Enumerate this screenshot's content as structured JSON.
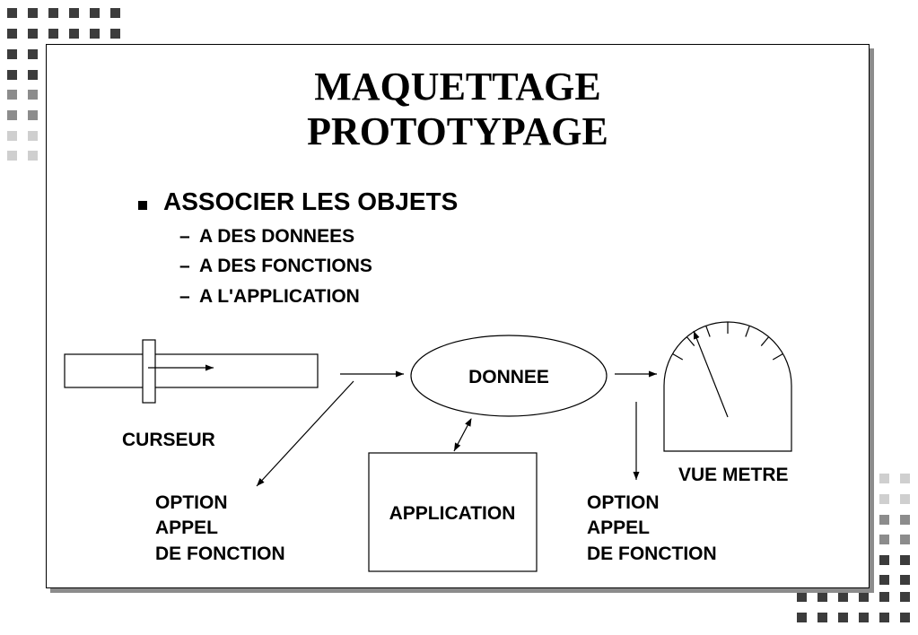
{
  "slide": {
    "title_line_1": "MAQUETTAGE",
    "title_line_2": "PROTOTYPAGE",
    "bullet": "ASSOCIER LES OBJETS",
    "subitems": [
      {
        "dash": "–",
        "text": "A DES DONNEES"
      },
      {
        "dash": "–",
        "text": "A DES FONCTIONS"
      },
      {
        "dash": "–",
        "text": "A L'APPLICATION"
      }
    ]
  },
  "diagram": {
    "cursor_label": "CURSEUR",
    "donnee_label": "DONNEE",
    "application_label": "APPLICATION",
    "vue_metre_label": "VUE METRE",
    "option_left": [
      "OPTION",
      "APPEL",
      "DE FONCTION"
    ],
    "option_right": [
      "OPTION",
      "APPEL",
      "DE FONCTION"
    ]
  },
  "colors": {
    "decor_dark": "#3c3c3c",
    "decor_mid": "#8c8c8c",
    "decor_light": "#cfcfcf"
  }
}
